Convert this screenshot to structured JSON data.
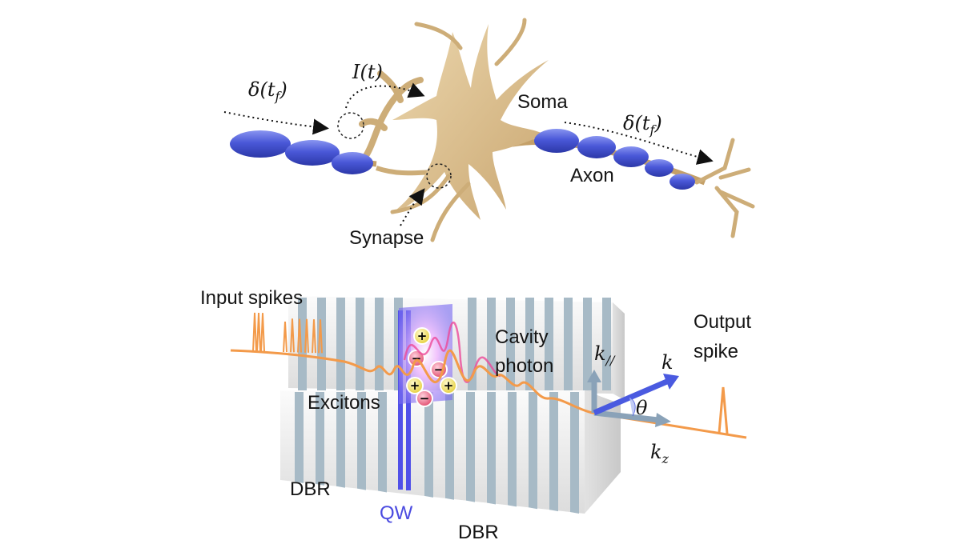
{
  "neuron": {
    "delta_in": "δ(t",
    "delta_in_sub": "f",
    "delta_in_close": ")",
    "current": "I(t)",
    "soma": "Soma",
    "delta_out": "δ(t",
    "delta_out_sub": "f",
    "delta_out_close": ")",
    "axon": "Axon",
    "synapse": "Synapse"
  },
  "device": {
    "input_spikes": "Input spikes",
    "output_line1": "Output",
    "output_line2": "spike",
    "cavity_line1": "Cavity",
    "cavity_line2": "photon",
    "excitons": "Excitons",
    "k_parallel": "k",
    "k_parallel_sub": "//",
    "k": "k",
    "theta": "θ",
    "k_z": "k",
    "k_z_sub": "z",
    "dbr_left": "DBR",
    "qw": "QW",
    "dbr_bottom": "DBR"
  },
  "colors": {
    "myelin": "#4a5ad8",
    "neuron_body": "#d8bd8a",
    "dbr_stripe": "#a7bac6",
    "dbr_base": "#f2f2f2",
    "quantum_well": "#5050e8",
    "beam": "#f39a4a"
  }
}
